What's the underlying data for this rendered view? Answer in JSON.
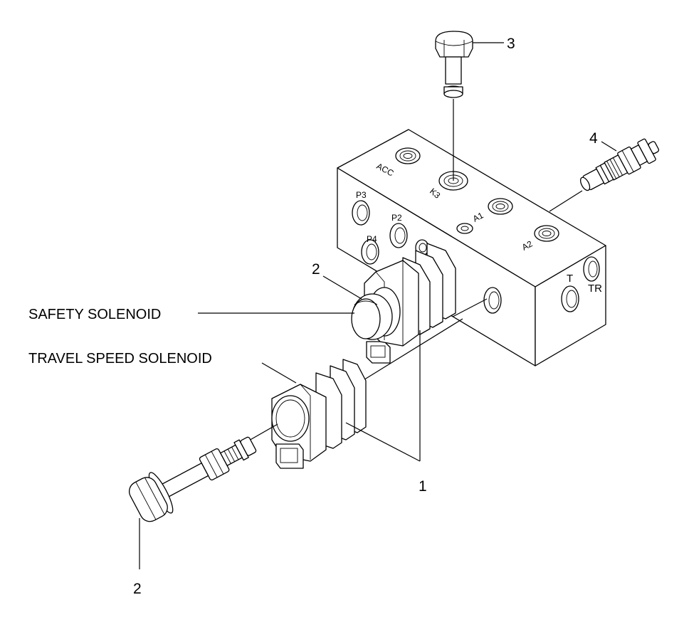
{
  "labels": {
    "safety_solenoid": "SAFETY SOLENOID",
    "travel_speed_solenoid": "TRAVEL SPEED SOLENOID"
  },
  "callouts": {
    "c1": "1",
    "c2_top": "2",
    "c2_bottom": "2",
    "c3": "3",
    "c4": "4"
  },
  "ports": {
    "acc": "ACC",
    "k3": "K3",
    "a1": "A1",
    "a2": "A2",
    "p3": "P3",
    "p2": "P2",
    "p4": "P4",
    "t": "T",
    "tr": "TR"
  }
}
